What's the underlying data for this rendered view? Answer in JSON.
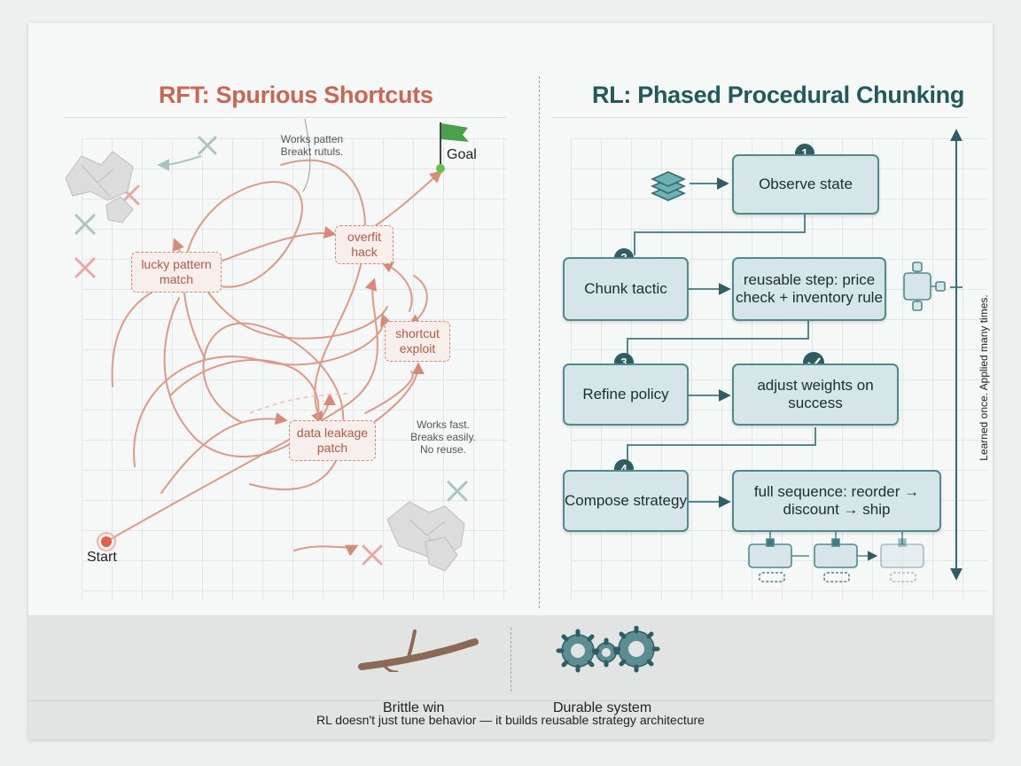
{
  "left_panel": {
    "title": "RFT: Spurious Shortcuts",
    "hacks": [
      "lucky pattern match",
      "overfit hack",
      "shortcut exploit",
      "data leakage patch"
    ],
    "note_top": "Works patten Breakt rutuls.",
    "note_side": "Works fast. Breaks easily. No reuse.",
    "start_label": "Start",
    "goal_label": "Goal"
  },
  "right_panel": {
    "title": "RL: Phased Procedural Chunking",
    "steps": [
      {
        "number": "1",
        "label": "Observe state"
      },
      {
        "number": "2",
        "label": "Chunk tactic",
        "detail": "reusable step: price check + inventory rule"
      },
      {
        "number": "3",
        "label": "Refine policy",
        "detail": "adjust weights on success"
      },
      {
        "number": "4",
        "label": "Compose strategy",
        "detail": "full sequence: reorder → discount → ship"
      }
    ],
    "side_label": "Learned once. Applied many times."
  },
  "footer": {
    "left_label": "Brittle win",
    "right_label": "Durable system",
    "caption": "RL doesn't just tune behavior — it builds reusable strategy architecture"
  },
  "colors": {
    "rft_accent": "#cc6650",
    "rl_accent": "#1f5a5c",
    "box_fill": "#d5e5e8",
    "box_border": "#4e8a8e"
  }
}
